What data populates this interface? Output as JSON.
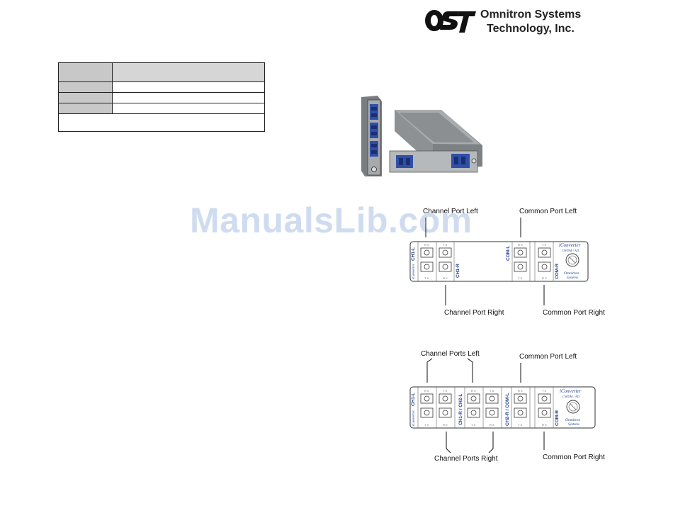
{
  "logo": {
    "mark": "OST",
    "line1": "Omnitron Systems",
    "line2": "Technology, Inc."
  },
  "spec_table": {
    "rows": [
      "",
      "",
      "",
      "",
      ""
    ]
  },
  "watermark": "ManualsLib.com",
  "diagram1": {
    "callouts": {
      "channel_port_left": "Channel Port Left",
      "common_port_left": "Common Port Left",
      "channel_port_right": "Channel Port Right",
      "common_port_right": "Common Port Right"
    },
    "panel": {
      "brand": "iConverter",
      "model": "CWDM / AD",
      "maker_line1": "Omnitron",
      "maker_line2": "Systems",
      "label_ch1l": "CH1-L",
      "label_ch1r": "CH1-R",
      "label_coml": "COM-L",
      "label_comr": "COM-R",
      "side_brand": "iConverter"
    }
  },
  "diagram2": {
    "callouts": {
      "channel_ports_left": "Channel Ports Left",
      "common_port_left": "Common Port Left",
      "channel_ports_right": "Channel Ports Right",
      "common_port_right": "Common Port Right"
    },
    "panel": {
      "brand": "iConverter",
      "model": "CWDM / AD",
      "maker_line1": "Omnitron",
      "maker_line2": "Systems",
      "label_ch1l": "CH1-L",
      "label_ch1r_ch2l": "CH1-R / CH2-L",
      "label_ch2r_coml": "CH2-R / COM-L",
      "label_comr": "COM-R",
      "side_brand": "iConverter"
    }
  }
}
